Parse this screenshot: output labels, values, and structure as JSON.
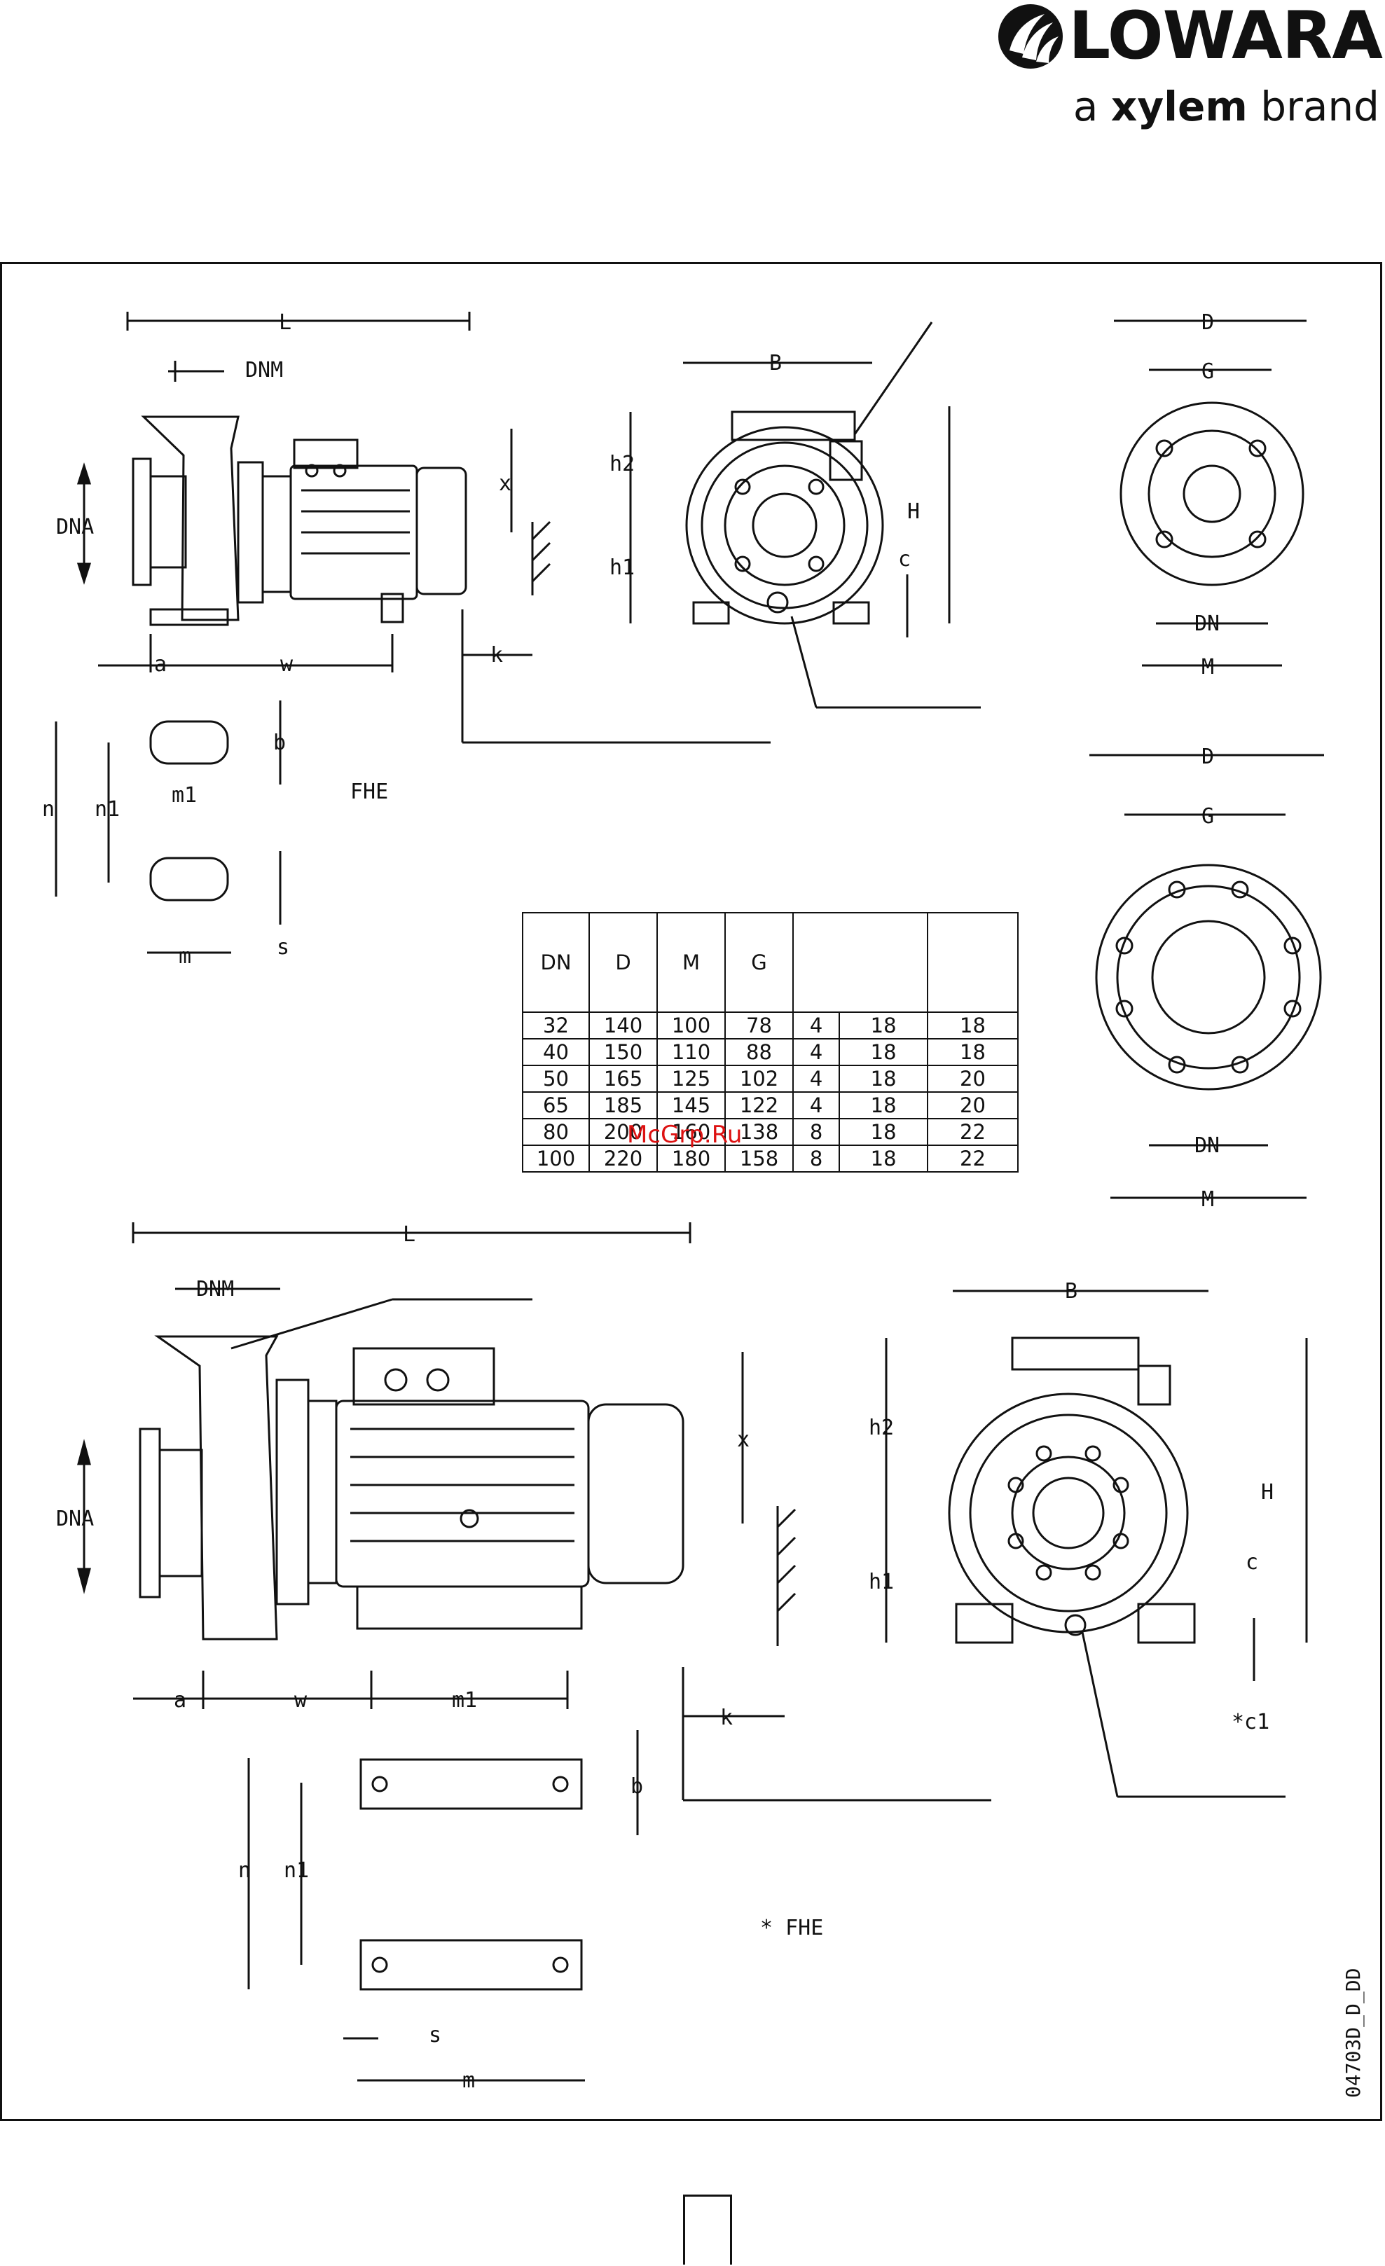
{
  "brand": {
    "name": "LOWARA",
    "tagline_prefix": "a ",
    "tagline_bold": "xylem",
    "tagline_suffix": " brand"
  },
  "drawing_code": "04703D_D_DD",
  "watermark": "McGrp.Ru",
  "labels": {
    "L": "L",
    "DNM": "DNM",
    "DNA": "DNA",
    "x": "x",
    "a": "a",
    "w": "w",
    "k": "k",
    "b": "b",
    "n": "n",
    "n1": "n1",
    "m1": "m1",
    "m": "m",
    "s": "s",
    "B": "B",
    "H": "H",
    "h1": "h1",
    "h2": "h2",
    "c": "c",
    "c1": "*c1",
    "D": "D",
    "G": "G",
    "DN": "DN",
    "M": "M",
    "FHE": "FHE",
    "FHE_star": "* FHE"
  },
  "table": {
    "headers": [
      "DN",
      "D",
      "M",
      "G"
    ],
    "rows": [
      [
        "32",
        "140",
        "100",
        "78",
        "4",
        "18",
        "18"
      ],
      [
        "40",
        "150",
        "110",
        "88",
        "4",
        "18",
        "18"
      ],
      [
        "50",
        "165",
        "125",
        "102",
        "4",
        "18",
        "20"
      ],
      [
        "65",
        "185",
        "145",
        "122",
        "4",
        "18",
        "20"
      ],
      [
        "80",
        "200",
        "160",
        "138",
        "8",
        "18",
        "22"
      ],
      [
        "100",
        "220",
        "180",
        "158",
        "8",
        "18",
        "22"
      ]
    ]
  }
}
